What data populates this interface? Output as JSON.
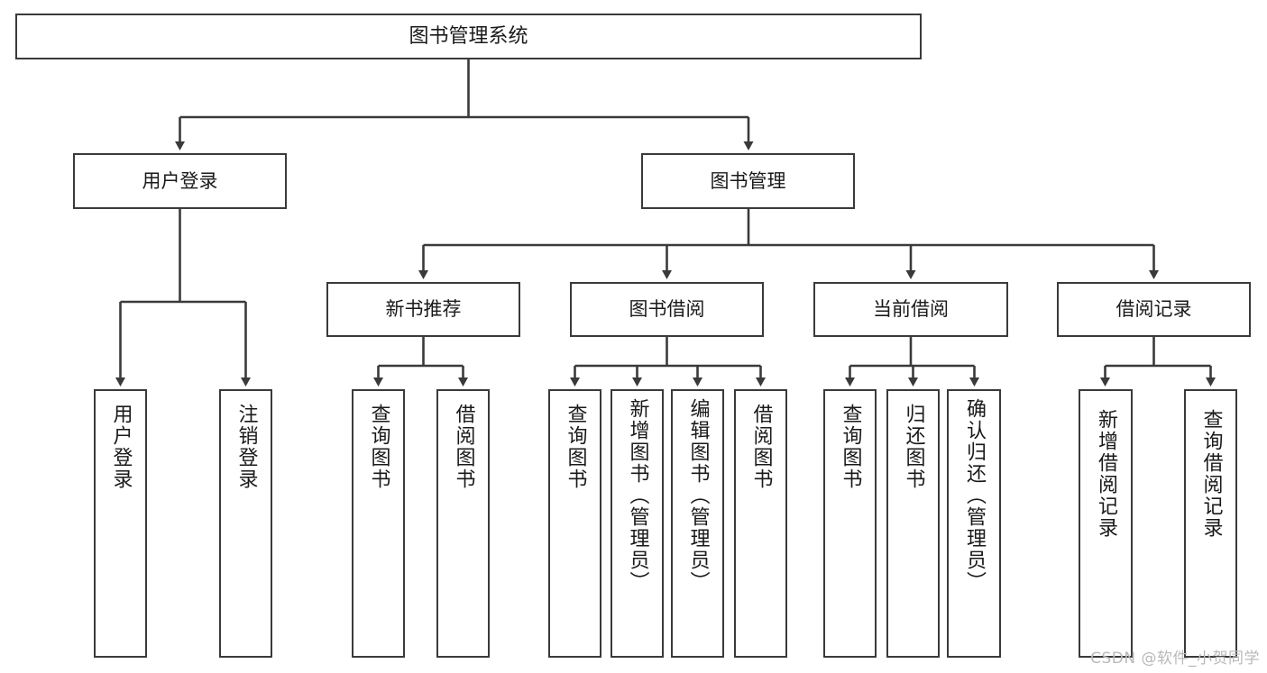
{
  "diagram": {
    "type": "tree-hierarchy",
    "title": "图书管理系统",
    "orientation": "top-down",
    "line_color": "#3a3a3a",
    "box_fill": "#ffffff",
    "text_color": "#1a1a1a",
    "root": {
      "label": "图书管理系统"
    },
    "level2": [
      {
        "label": "用户登录"
      },
      {
        "label": "图书管理"
      }
    ],
    "level3": [
      {
        "label": "新书推荐"
      },
      {
        "label": "图书借阅"
      },
      {
        "label": "当前借阅"
      },
      {
        "label": "借阅记录"
      }
    ],
    "leaves": {
      "user_login": [
        {
          "label": "用户登录"
        },
        {
          "label": "注销登录"
        }
      ],
      "new_book_recommend": [
        {
          "label": "查询图书"
        },
        {
          "label": "借阅图书"
        }
      ],
      "book_borrow": [
        {
          "label": "查询图书"
        },
        {
          "label": "新增图书（管理员）"
        },
        {
          "label": "编辑图书（管理员）"
        },
        {
          "label": "借阅图书"
        }
      ],
      "current_borrow": [
        {
          "label": "查询图书"
        },
        {
          "label": "归还图书"
        },
        {
          "label": "确认归还（管理员）"
        }
      ],
      "borrow_record": [
        {
          "label": "新增借阅记录"
        },
        {
          "label": "查询借阅记录"
        }
      ]
    }
  },
  "watermark": {
    "text": "CSDN @软件_小贺同学",
    "color": "#b9b9b9"
  }
}
